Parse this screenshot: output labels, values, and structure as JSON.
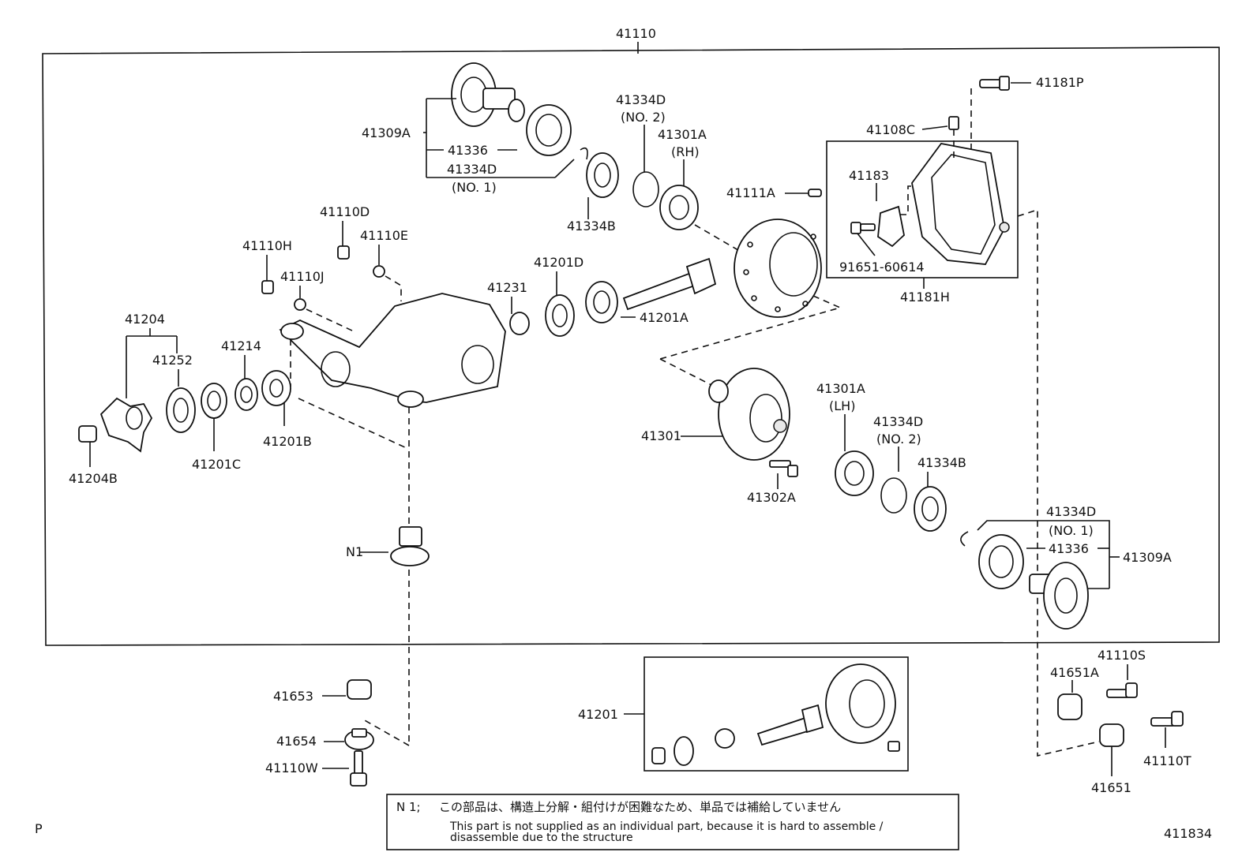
{
  "assembly_label": "41110",
  "kit_label": "41201",
  "cover_assembly_label": "41181H",
  "figure_code": "411834",
  "page_marker": "P",
  "note": {
    "tag": "N 1;",
    "japanese": "この部品は、構造上分解・組付けが困難なため、単品では補給していません",
    "english_line1": "This part is not supplied as an individual part, because it is hard to assemble /",
    "english_line2": "disassemble due to the structure"
  },
  "callouts": {
    "c41309A_top": "41309A",
    "c41336_top": "41336",
    "c41334D_top": "41334D",
    "c41334D_top_sub": "(NO. 1)",
    "c41334B_top": "41334B",
    "c41334D_no2_top": "41334D",
    "c41334D_no2_top_sub": "(NO. 2)",
    "c41301A_rh": "41301A",
    "c41301A_rh_sub": "(RH)",
    "c41111A": "41111A",
    "c41181P": "41181P",
    "c41108C": "41108C",
    "c41183": "41183",
    "c91651": "91651-60614",
    "c41110D": "41110D",
    "c41110E": "41110E",
    "c41110H": "41110H",
    "c41110J": "41110J",
    "c41204": "41204",
    "c41252": "41252",
    "c41214": "41214",
    "c41231": "41231",
    "c41201D": "41201D",
    "c41201A": "41201A",
    "c41201B": "41201B",
    "c41201C": "41201C",
    "c41204B": "41204B",
    "c41301": "41301",
    "c41302A": "41302A",
    "c41301A_lh": "41301A",
    "c41301A_lh_sub": "(LH)",
    "c41334D_no2_bot": "41334D",
    "c41334D_no2_bot_sub": "(NO. 2)",
    "c41334B_bot": "41334B",
    "c41334D_bot": "41334D",
    "c41334D_bot_sub": "(NO. 1)",
    "c41336_bot": "41336",
    "c41309A_bot": "41309A",
    "cN1": "N1",
    "c41653": "41653",
    "c41654": "41654",
    "c41110W": "41110W",
    "c41651A": "41651A",
    "c41110S": "41110S",
    "c41651": "41651",
    "c41110T": "41110T"
  }
}
